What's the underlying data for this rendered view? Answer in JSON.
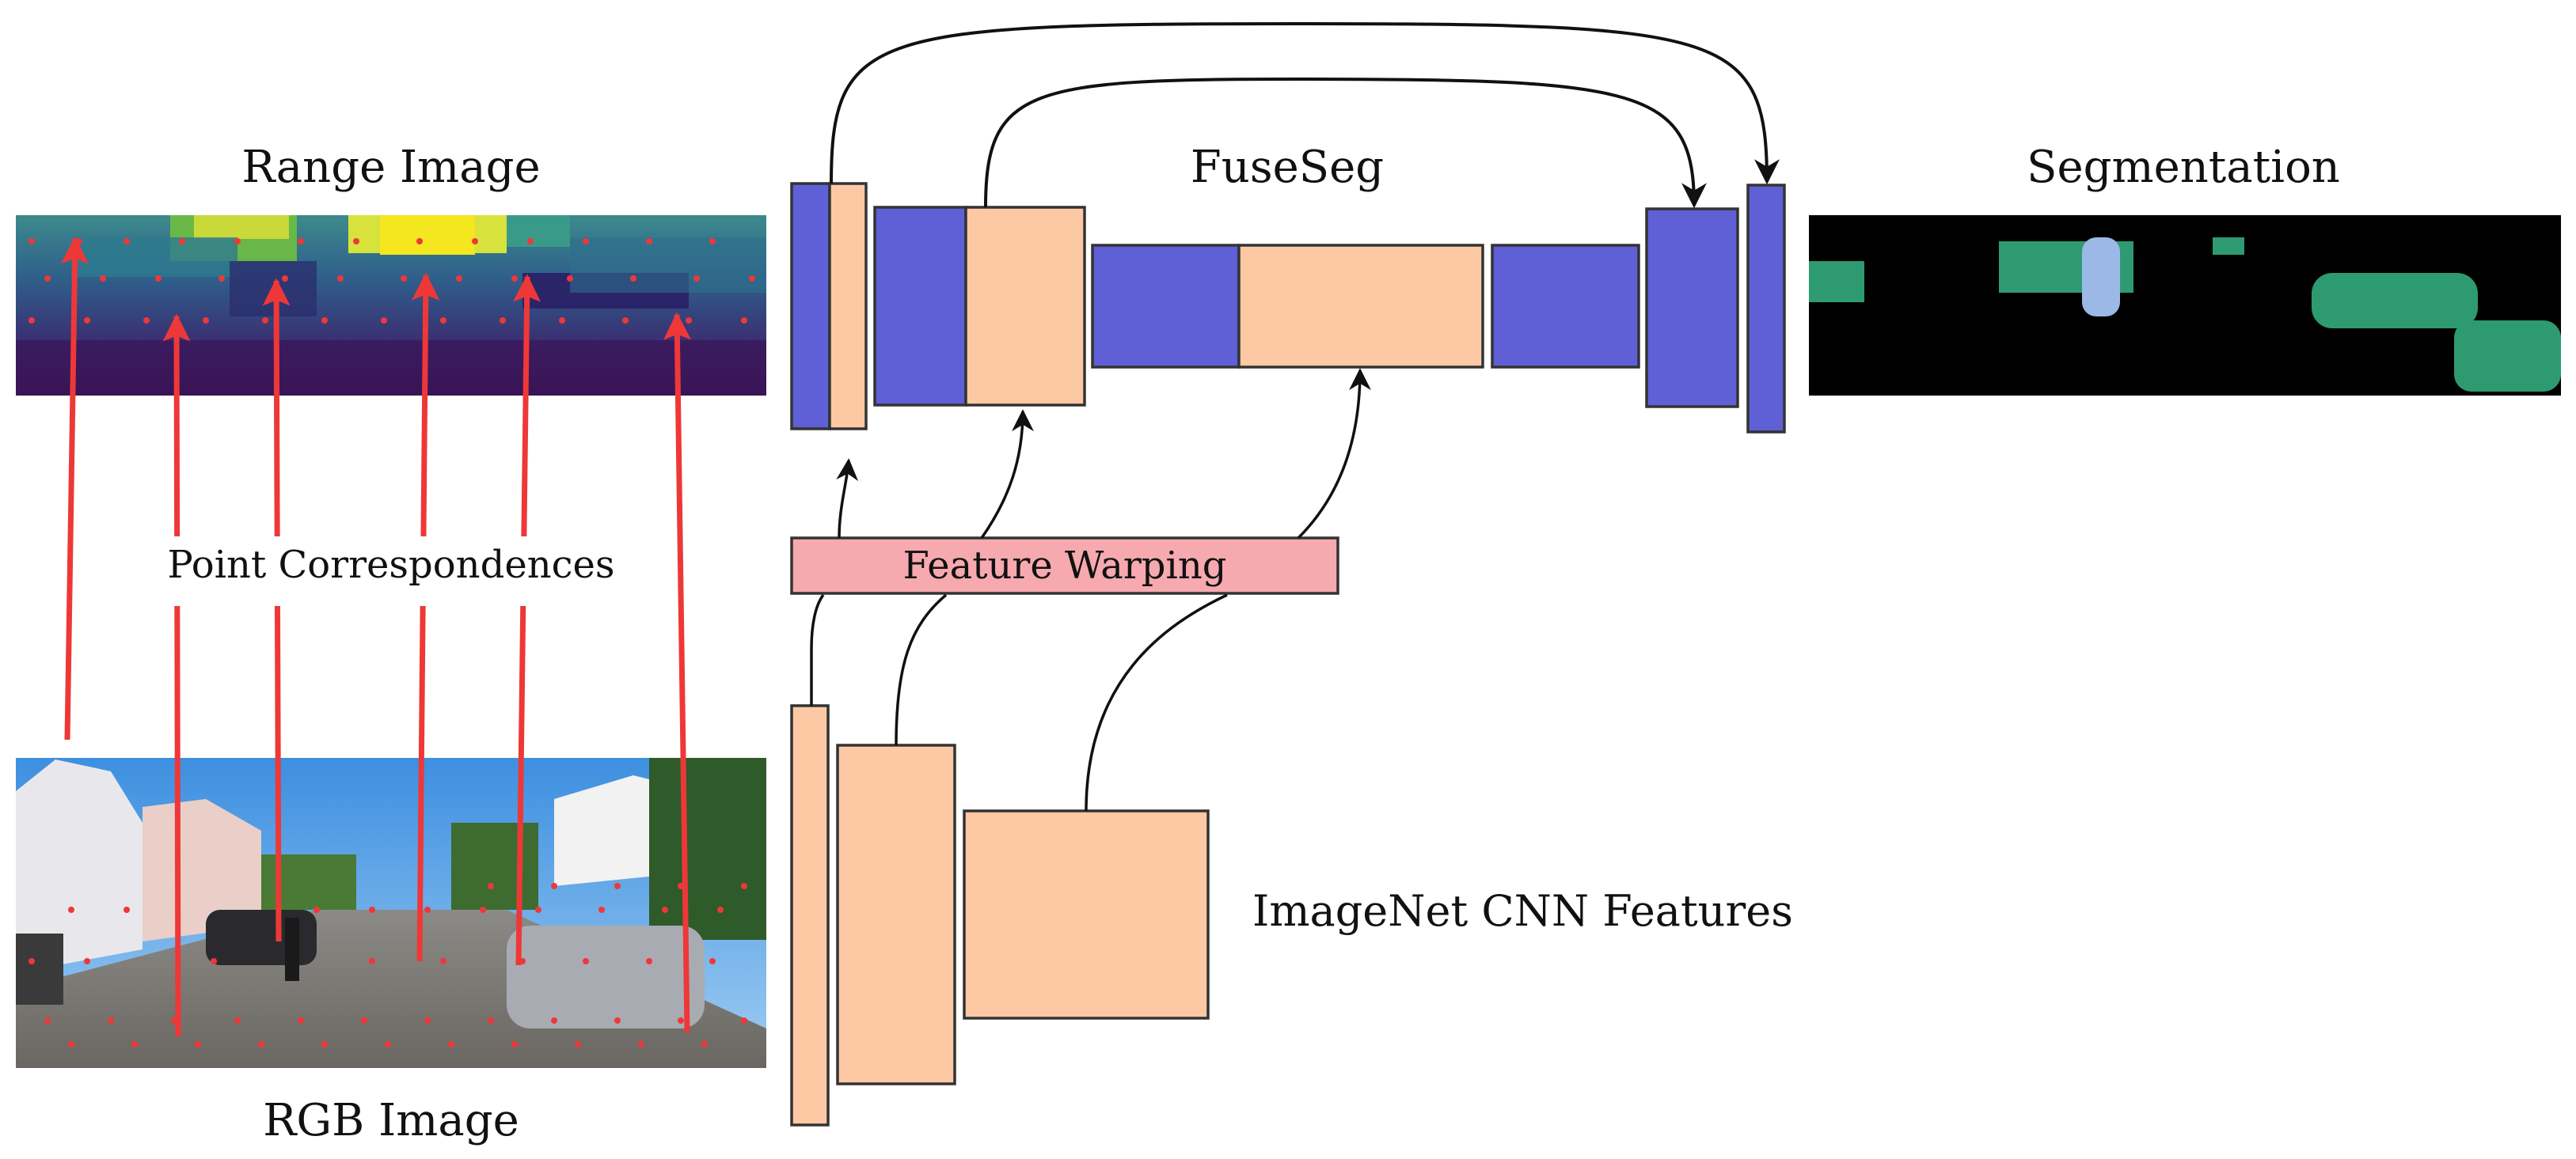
{
  "labels": {
    "range_image": "Range Image",
    "fuseseg": "FuseSeg",
    "segmentation": "Segmentation",
    "point_correspondences": "Point Correspondences",
    "feature_warping": "Feature Warping",
    "imagenet_features": "ImageNet CNN Features",
    "rgb_image": "RGB Image"
  },
  "colors": {
    "encoder_blue": "#5f5fd6",
    "feature_peach": "#fdc9a5",
    "warping_pink": "#f7a9b0",
    "correspondence_red": "#ee3838",
    "segmentation_green": "#2e9a72",
    "segmentation_blue": "#9cb8e6"
  }
}
